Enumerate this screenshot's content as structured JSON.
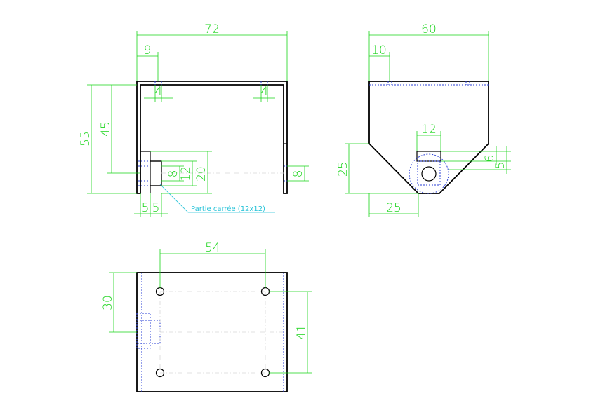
{
  "front_view": {
    "overall_width": "72",
    "hole_offset": "9",
    "hole_dia_left": "4",
    "hole_dia_right": "4",
    "overall_height": "55",
    "inner_height": "45",
    "square_small": "8",
    "square_mid": "12",
    "boss_height": "20",
    "right_tab": "8",
    "bottom_left": "5",
    "bottom_right": "5",
    "note": "Partie carrée (12x12)"
  },
  "side_view": {
    "overall_width": "60",
    "hole_offset": "10",
    "slot_width": "12",
    "lower_height": "25",
    "bottom_width": "25",
    "right_small_1": "6",
    "right_small_2": "5"
  },
  "top_view": {
    "hole_spacing_x": "54",
    "offset_y": "30",
    "hole_spacing_y": "41"
  },
  "colors": {
    "object_line": "#000000",
    "dimension": "#19d419",
    "hidden_line": "#2a3fd6",
    "leader_note": "#27c3d8",
    "center_line": "#d8d8d8"
  }
}
